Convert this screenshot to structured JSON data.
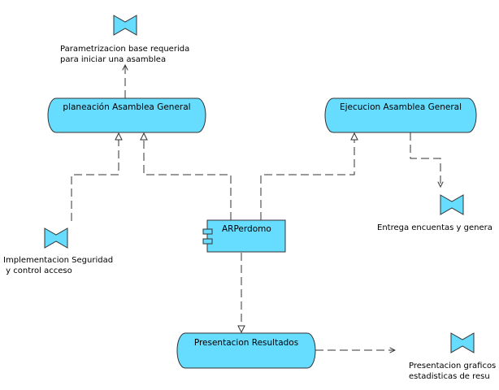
{
  "services": {
    "planeacion": "planeación Asamblea General",
    "ejecucion": "Ejecucion Asamblea General",
    "presentacion": "Presentacion Resultados"
  },
  "component": {
    "label": "ARPerdomo"
  },
  "events": {
    "parametrizacion": [
      "Parametrizacion base requerida",
      "para iniciar una asamblea"
    ],
    "implementacion": [
      "Implementacion Seguridad",
      " y control acceso"
    ],
    "entrega": [
      "Entrega encuentas y genera"
    ],
    "presentacion_graficos": [
      "Presentacion graficos",
      "estadisticas de resu"
    ]
  },
  "colors": {
    "fill": "#66ddff",
    "stroke": "#333333"
  }
}
